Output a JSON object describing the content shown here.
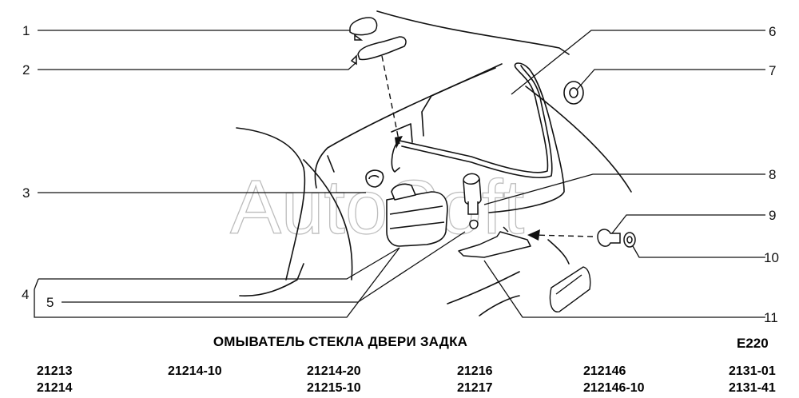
{
  "callouts": [
    "1",
    "2",
    "3",
    "4",
    "5",
    "6",
    "7",
    "8",
    "9",
    "10",
    "11"
  ],
  "watermark": "AutoSoft",
  "title": "ОМЫВАТЕЛЬ СТЕКЛА ДВЕРИ ЗАДКА",
  "code": "E220",
  "models": [
    [
      "21213",
      "21214"
    ],
    [
      "21214-10",
      ""
    ],
    [
      "21214-20",
      "21215-10"
    ],
    [
      "21216",
      "21217"
    ],
    [
      "212146",
      "212146-10"
    ],
    [
      "2131-01",
      "2131-41"
    ]
  ]
}
